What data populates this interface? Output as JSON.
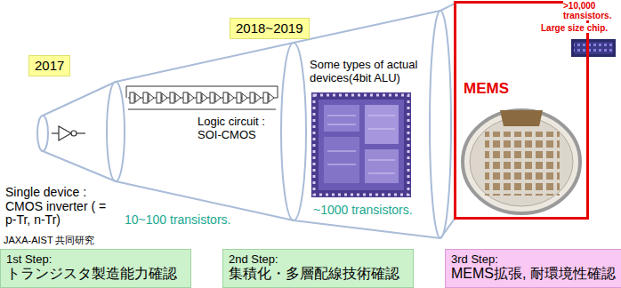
{
  "diagram": {
    "nodes": [
      {
        "text": [
          "2017"
        ]
      },
      {
        "text": [
          "2018~2019"
        ]
      },
      {
        "text": [
          "MEMS"
        ]
      },
      {
        "text": [
          "1st Step:",
          "トランジスタ製造能力確認"
        ]
      },
      {
        "text": [
          "2nd Step:",
          "集積化・多層配線技術確認"
        ]
      },
      {
        "text": [
          "3rd Step:",
          "MEMS拡張, 耐環境性確認"
        ]
      }
    ],
    "labels": [
      "Single device : CMOS inverter ( = p-Tr, n-Tr)",
      "10~100 transistors.",
      "Logic circuit : SOI-CMOS",
      "Some types of actual devices(4bit ALU)",
      "~1000 transistors.",
      ">10,000 transistors.",
      "Large size chip.",
      "JAXA-AIST 共同研究"
    ]
  }
}
